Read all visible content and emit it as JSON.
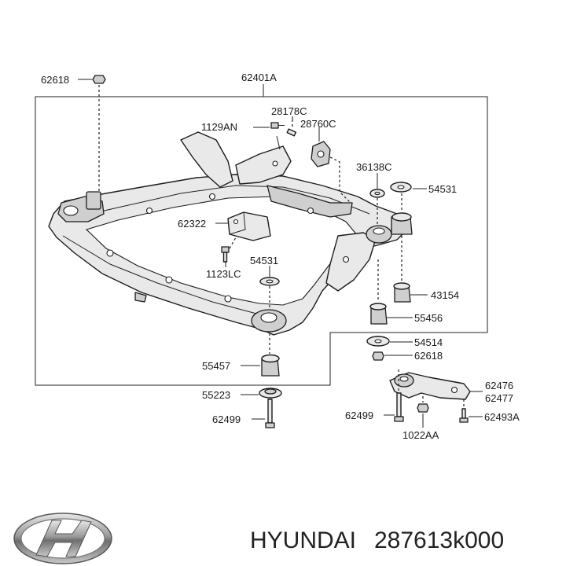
{
  "diagram": {
    "assembly_label": "62401A",
    "labels": {
      "l62618_top": "62618",
      "l28178C": "28178C",
      "l1129AN": "1129AN",
      "l28760C": "28760C",
      "l36138C": "36138C",
      "l54531_right": "54531",
      "l62322": "62322",
      "l54531_mid": "54531",
      "l1123LC": "1123LC",
      "l43154": "43154",
      "l55456": "55456",
      "l54514": "54514",
      "l62618_right": "62618",
      "l55457": "55457",
      "l55223": "55223",
      "l62499_left": "62499",
      "l62476": "62476",
      "l62477": "62477",
      "l62499_right": "62499",
      "l62493A": "62493A",
      "l1022AA": "1022AA"
    }
  },
  "footer": {
    "brand": "HYUNDAI",
    "part_number": "287613k000",
    "logo_icon": "hyundai-logo-icon"
  }
}
